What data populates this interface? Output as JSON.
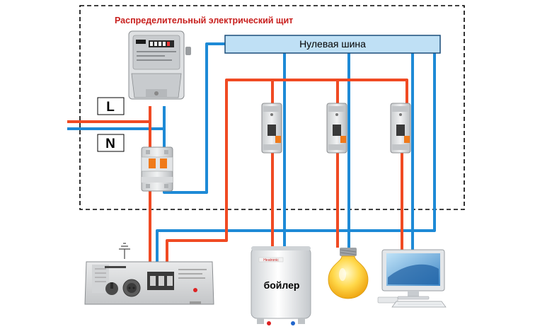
{
  "diagram": {
    "panel_title": "Распределительный электрический щит",
    "neutral_bus_label": "Нулевая шина",
    "line_label": "L",
    "neutral_label": "N",
    "boiler_label": "бойлер",
    "boiler_brand": "Heatronic"
  },
  "colors": {
    "phase_wire": "#f04a23",
    "neutral_wire": "#1e8ad6",
    "title": "#c8201e",
    "bus_fill": "#bfe0f5",
    "panel_border": "#000000",
    "breaker_orange": "#f07a1a"
  },
  "icons": {
    "meter": "electricity-meter-icon",
    "main_breaker": "double-pole-breaker-icon",
    "branch_breaker": "single-pole-breaker-icon",
    "stabilizer": "voltage-stabilizer-icon",
    "boiler": "water-heater-icon",
    "lamp": "light-bulb-icon",
    "computer": "computer-icon"
  }
}
